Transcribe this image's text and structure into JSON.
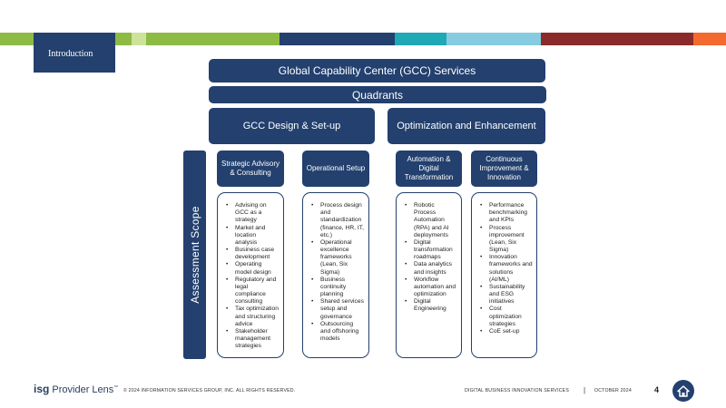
{
  "colors": {
    "navy": "#23406e",
    "stripes": [
      "#8dbb44",
      "#cde29a",
      "#8dbb44",
      "#23406e",
      "#1fa8b5",
      "#86cbe0",
      "#8a2a2a",
      "#f26a2e"
    ]
  },
  "header": {
    "section_label": "Introduction"
  },
  "diagram": {
    "title": "Global Capability Center (GCC) Services",
    "quadrants_label": "Quadrants",
    "groups": [
      {
        "label": "GCC Design & Set-up"
      },
      {
        "label": "Optimization and Enhancement"
      }
    ],
    "scope_label": "Assessment Scope",
    "quadrants": [
      {
        "label": "Strategic Advisory & Consulting",
        "items": [
          "Advising on GCC as a strategy",
          "Market and location analysis",
          "Business case development",
          "Operating model design",
          "Regulatory and legal compliance consulting",
          "Tax optimization and structuring advice",
          "Stakeholder management strategies"
        ]
      },
      {
        "label": "Operational Setup",
        "items": [
          "Process design and standardization (finance, HR, IT, etc.)",
          "Operational excellence frameworks (Lean, Six Sigma)",
          "Business continuity planning",
          "Shared services setup and governance",
          "Outsourcing and offshoring models"
        ]
      },
      {
        "label": "Automation & Digital Transformation",
        "items": [
          "Robotic Process Automation (RPA) and AI deployments",
          "Digital transformation roadmaps",
          "Data analytics and insights",
          "Workflow automation and optimization",
          "Digital Engineering"
        ]
      },
      {
        "label": "Continuous Improvement & Innovation",
        "items": [
          "Performance benchmarking and KPIs",
          "Process improvement (Lean, Six Sigma)",
          "Innovation frameworks and solutions (AI/ML)",
          "Sustainability and ESG initiatives",
          "Cost optimization strategies",
          "CoE set-up"
        ]
      }
    ]
  },
  "footer": {
    "logo_bold": "isg",
    "logo_text": "Provider Lens",
    "logo_tm": "™",
    "copyright": "© 2024 INFORMATION SERVICES GROUP, INC. ALL RIGHTS RESERVED.",
    "series": "DIGITAL BUSINESS INNOVATION SERVICES",
    "separator": "|",
    "date": "OCTOBER 2024",
    "page_number": "4",
    "home_icon": "home-icon"
  }
}
